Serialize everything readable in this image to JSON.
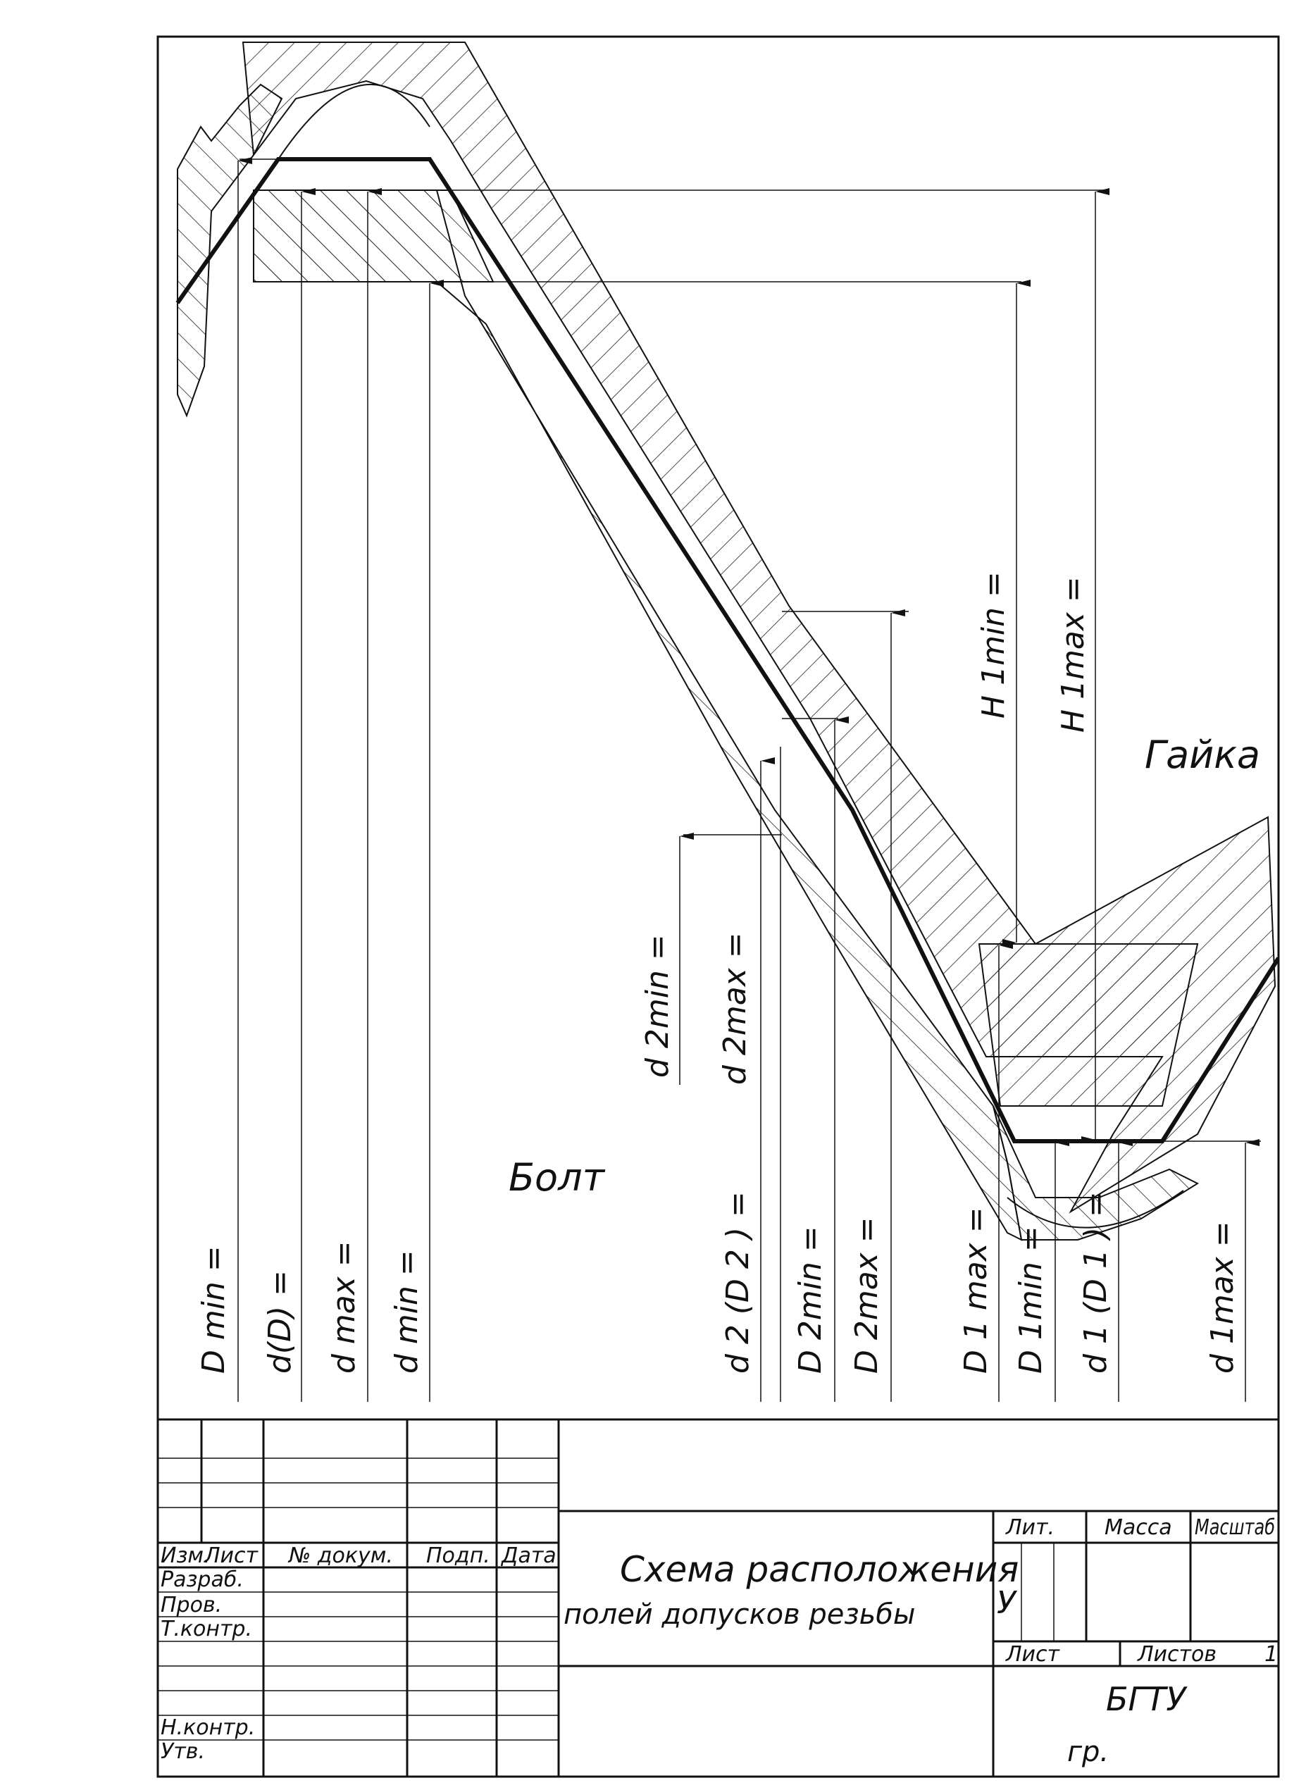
{
  "labels": {
    "bolt": "Болт",
    "nut": "Гайка",
    "D_min": "D min =",
    "d_D": "d(D) =",
    "d_max": "d max =",
    "d_min": "d min =",
    "d2_D2": "d 2 (D 2 ) =",
    "D2_min": "D 2min =",
    "D2_max": "D 2max =",
    "D1_max": "D 1 max =",
    "D1_min": "D 1min =",
    "d1_D1": "d 1 (D 1 ) =",
    "d1_max": "d 1max =",
    "d2_min": "d 2min =",
    "d2_max": "d 2max =",
    "H1_min": "H 1min =",
    "H1_max": "H 1max ="
  },
  "title_block": {
    "title_line1": "Схема расположения",
    "title_line2": "полей допусков резьбы",
    "header_izm": "Изм.",
    "header_list": "Лист",
    "header_doc": "№ докум.",
    "header_podp": "Подп.",
    "header_data": "Дата",
    "row_razrab": "Разраб.",
    "row_prov": "Пров.",
    "row_tkontr": "Т.контр.",
    "row_nkontr": "Н.контр.",
    "row_utv": "Утв.",
    "lit": "Лит.",
    "massa": "Масса",
    "masshtab": "Масштаб",
    "lit_value": "У",
    "list": "Лист",
    "listov": "Листов",
    "listov_value": "1",
    "org": "БГТУ",
    "group": "гр."
  },
  "colors": {
    "line": "#111111",
    "paper": "#ffffff"
  }
}
